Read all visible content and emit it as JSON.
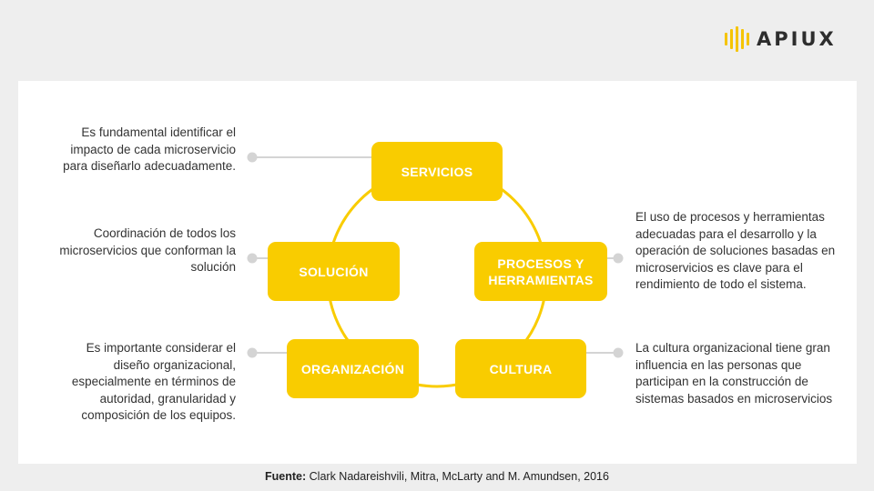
{
  "logo": {
    "text": "APIUX"
  },
  "colors": {
    "accent": "#f9cc00",
    "connector": "#d4d4d4",
    "text": "#333333"
  },
  "nodes": {
    "servicios": "SERVICIOS",
    "procesos": "PROCESOS Y HERRAMIENTAS",
    "cultura": "CULTURA",
    "organizacion": "ORGANIZACIÓN",
    "solucion": "SOLUCIÓN"
  },
  "descriptions": {
    "servicios": "Es fundamental identificar el impacto de cada microservicio para diseñarlo adecuadamente.",
    "solucion": "Coordinación de todos los microservicios que conforman la solución",
    "organizacion": "Es importante considerar el diseño organizacional, especialmente en términos de autoridad, granularidad y composición de los equipos.",
    "procesos": "El uso de procesos y herramientas adecuadas para el desarrollo y la operación de soluciones basadas en microservicios es clave para el rendimiento de todo el sistema.",
    "cultura": "La cultura organizacional tiene gran influencia en las personas que participan en la construcción de sistemas basados en microservicios"
  },
  "source": {
    "label": "Fuente:",
    "text": " Clark Nadareishvili, Mitra, McLarty and M. Amundsen, 2016"
  }
}
